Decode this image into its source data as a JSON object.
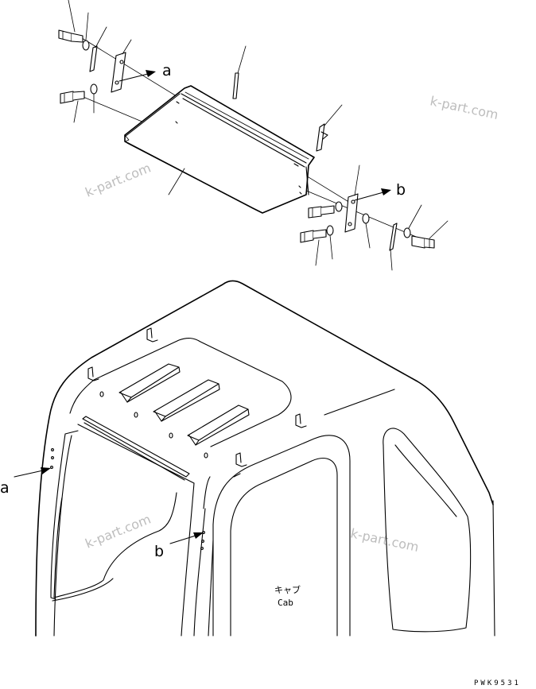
{
  "callouts": {
    "a": "a",
    "b": "b"
  },
  "cab_label_jp": "キャブ",
  "cab_label_en": "Cab",
  "drawing_code": "PWK9531",
  "watermark": "k-part.com"
}
